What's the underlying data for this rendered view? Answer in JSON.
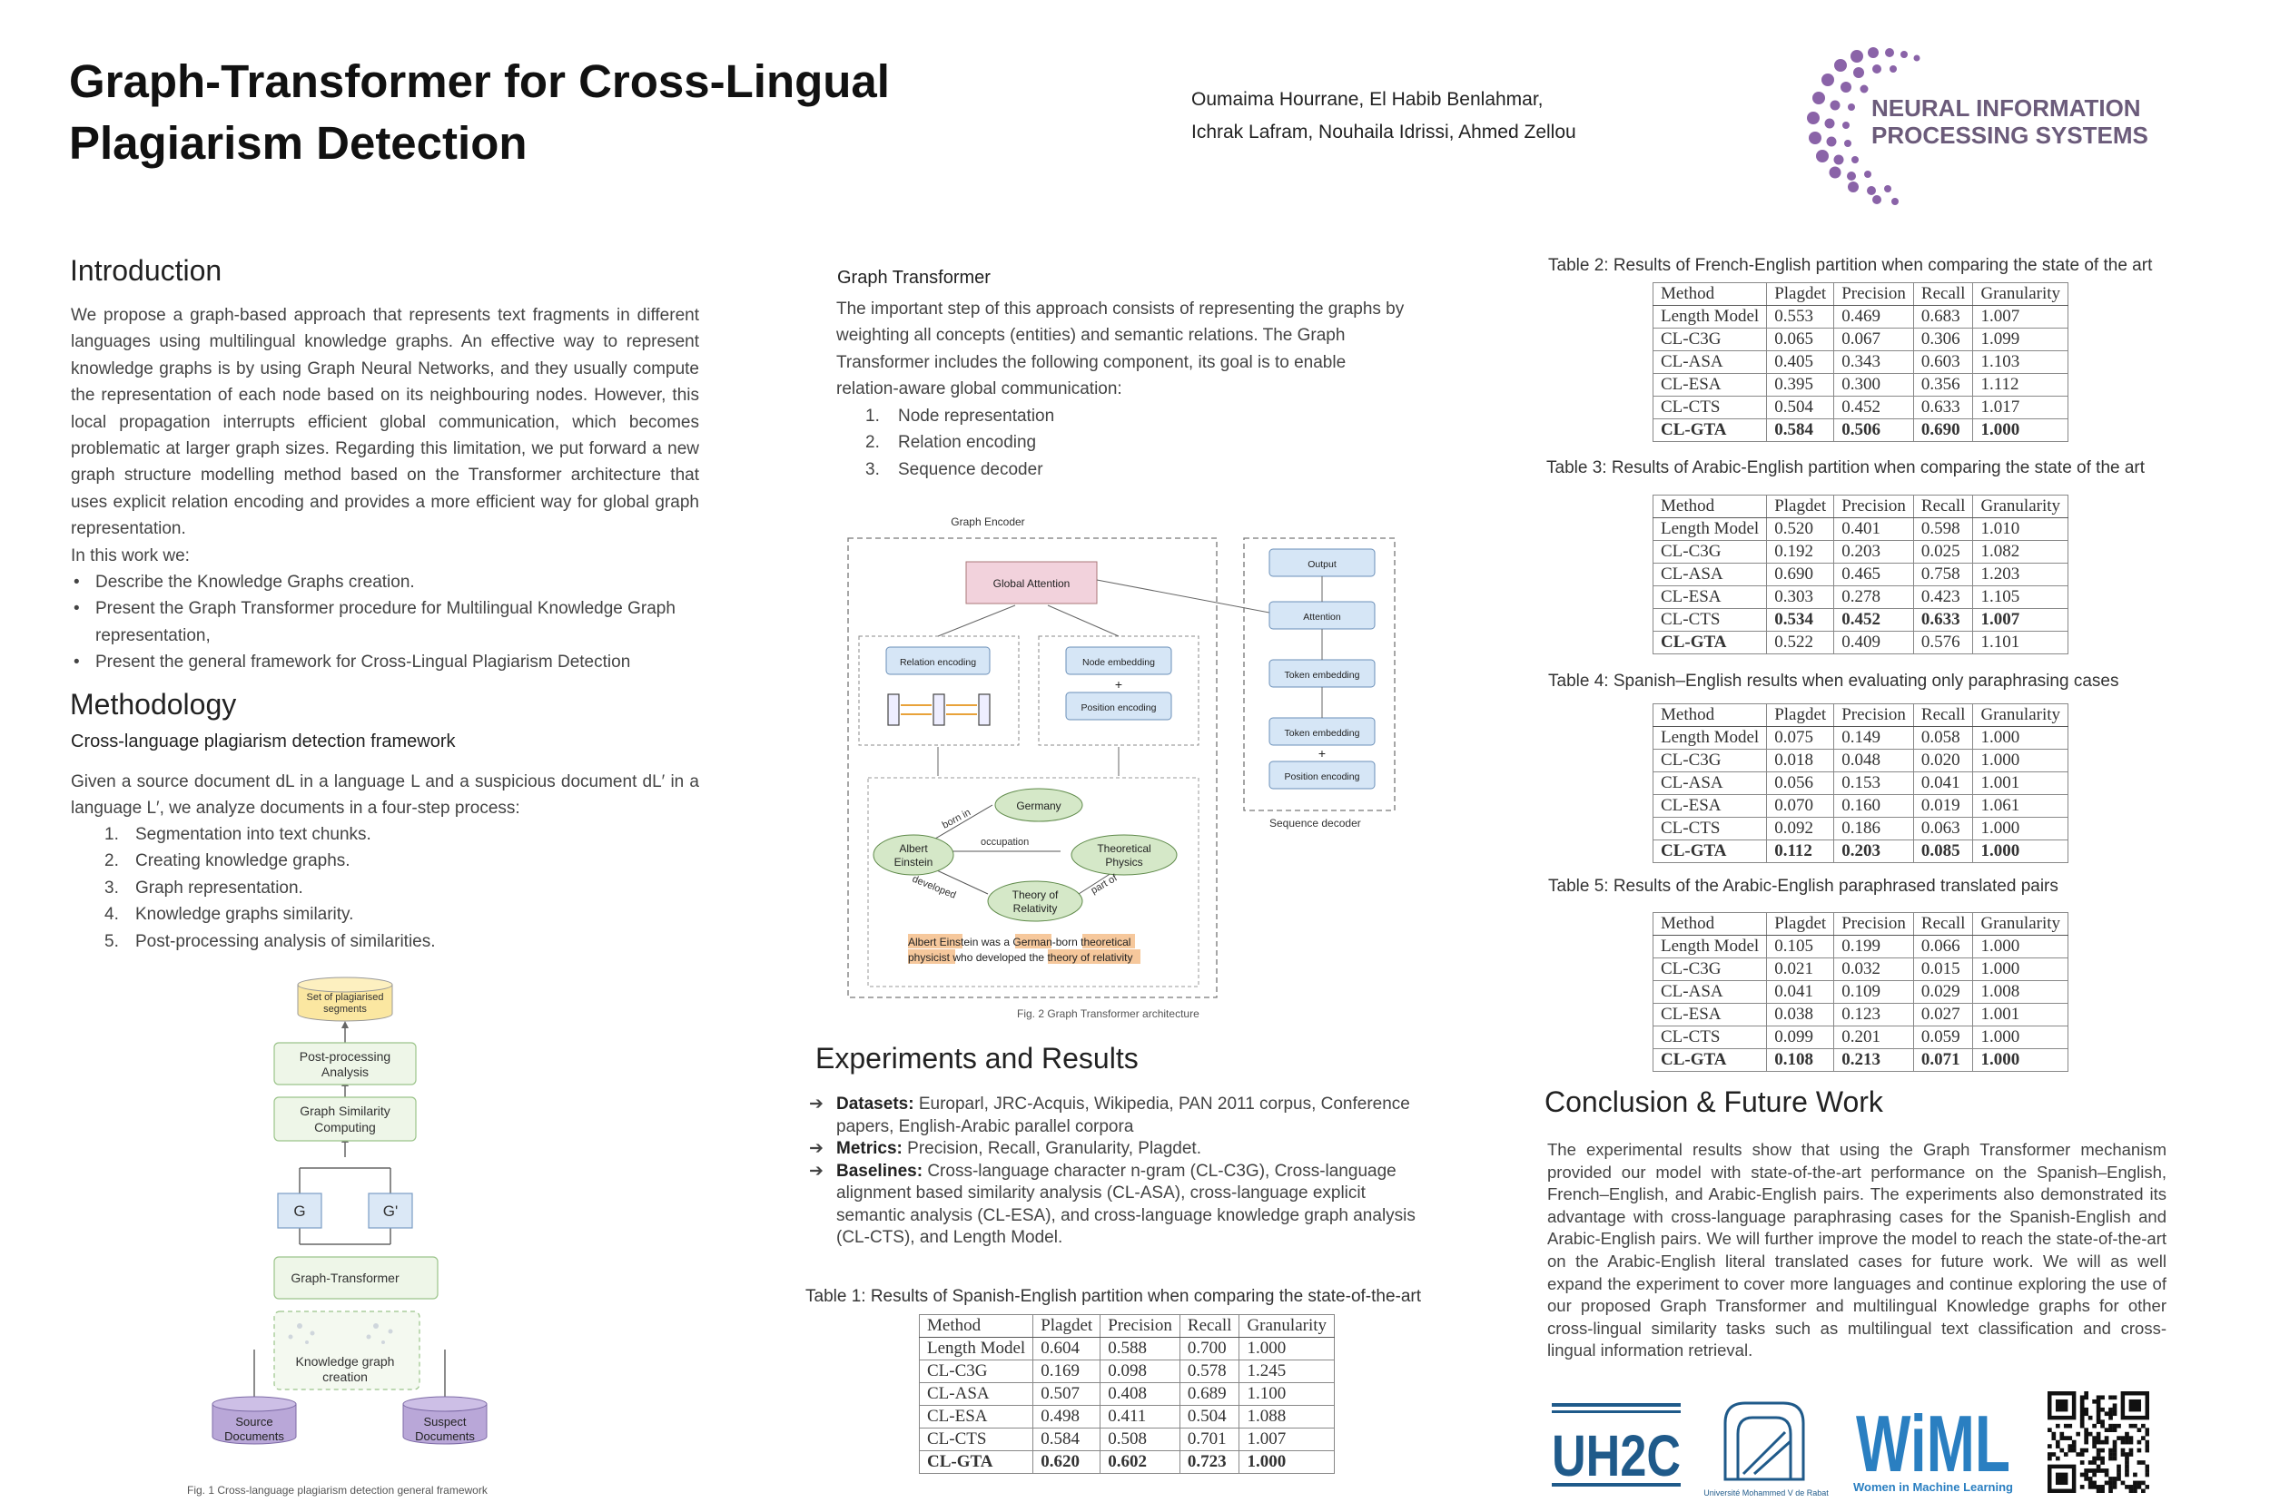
{
  "header": {
    "title_line1": "Graph-Transformer for Cross-Lingual",
    "title_line2": "Plagiarism Detection",
    "authors_line1": "Oumaima Hourrane, El Habib Benlahmar,",
    "authors_line2": "Ichrak Lafram, Nouhaila Idrissi, Ahmed Zellou",
    "logo_text_line1": "NEURAL INFORMATION",
    "logo_text_line2": "PROCESSING SYSTEMS"
  },
  "intro": {
    "heading": "Introduction",
    "body": "We propose a graph-based approach that represents text fragments in different languages using multilingual knowledge graphs. An effective way to represent knowledge graphs is by using Graph Neural Networks, and they usually compute the representation of each node based on its neighbouring nodes. However, this local propagation interrupts efficient global communication, which becomes problematic at larger graph sizes. Regarding this limitation, we put forward a new graph structure modelling method based on the Transformer architecture that uses explicit relation encoding and provides a more efficient way for global graph representation.",
    "lead": "In this work we:",
    "bullets": [
      "Describe the Knowledge Graphs creation.",
      "Present the Graph Transformer procedure for Multilingual Knowledge Graph representation,",
      "Present the general framework for Cross-Lingual Plagiarism Detection"
    ]
  },
  "methodology": {
    "heading": "Methodology",
    "subheading": "Cross-language plagiarism detection framework",
    "body": "Given a source document dL in a language L and a suspicious document dL′ in a language L′, we analyze documents in a four-step process:",
    "steps": [
      "Segmentation into text chunks.",
      "Creating knowledge graphs.",
      "Graph representation.",
      "Knowledge graphs similarity.",
      "Post-processing analysis of similarities."
    ]
  },
  "fig1": {
    "set_line1": "Set of plagiarised",
    "set_line2": "segments",
    "post_line1": "Post-processing",
    "post_line2": "Analysis",
    "sim_line1": "Graph Similarity",
    "sim_line2": "Computing",
    "g": "G",
    "g_prime": "G'",
    "gt": "Graph-Transformer",
    "kg_line1": "Knowledge graph",
    "kg_line2": "creation",
    "src_line1": "Source",
    "src_line2": "Documents",
    "sus_line1": "Suspect",
    "sus_line2": "Documents",
    "caption": "Fig. 1 Cross-language plagiarism detection general framework"
  },
  "graph_transformer": {
    "heading": "Graph Transformer",
    "body": "The important step of this approach consists of representing the graphs by weighting all concepts (entities) and semantic relations. The Graph Transformer includes the following component, its goal is to enable relation-aware global communication:",
    "items": [
      "Node representation",
      "Relation encoding",
      "Sequence decoder"
    ]
  },
  "fig2": {
    "encoder": "Graph Encoder",
    "global_attention": "Global Attention",
    "relation_encoding": "Relation encoding",
    "node_embedding": "Node embedding",
    "plus": "+",
    "position_encoding": "Position encoding",
    "output": "Output",
    "attention": "Attention",
    "token_embedding": "Token embedding",
    "decoder": "Sequence decoder",
    "germany": "Germany",
    "einstein_line1": "Albert",
    "einstein_line2": "Einstein",
    "physics_line1": "Theoretical",
    "physics_line2": "Physics",
    "relativity_line1": "Theory of",
    "relativity_line2": "Relativity",
    "born_in": "born in",
    "occupation": "occupation",
    "developed": "developed",
    "part_of": "part of",
    "sent_a": "Albert Einstein",
    "sent_b": " was a ",
    "sent_c": "German",
    "sent_d": "-born ",
    "sent_e": "theoretical",
    "sent_f": "physicist",
    "sent_g": " who developed the ",
    "sent_h": "theory of relativity",
    "caption": "Fig. 2 Graph Transformer architecture"
  },
  "experiments": {
    "heading": "Experiments and Results",
    "items": [
      {
        "label": "Datasets:",
        "text": "Europarl, JRC-Acquis, Wikipedia, PAN 2011 corpus, Conference papers, English-Arabic parallel corpora"
      },
      {
        "label": "Metrics:",
        "text": "Precision, Recall, Granularity, Plagdet."
      },
      {
        "label": "Baselines:",
        "text": "Cross-language character n-gram (CL-C3G), Cross-language alignment based similarity analysis (CL-ASA), cross-language explicit semantic analysis (CL-ESA), and cross-language knowledge graph analysis (CL-CTS), and Length Model."
      }
    ]
  },
  "tables": [
    {
      "caption": "Table 1: Results of Spanish-English partition when comparing the state-of-the-art",
      "header": [
        "Method",
        "Plagdet",
        "Precision",
        "Recall",
        "Granularity"
      ],
      "rows": [
        [
          "Length Model",
          "0.604",
          "0.588",
          "0.700",
          "1.000"
        ],
        [
          "CL-C3G",
          "0.169",
          "0.098",
          "0.578",
          "1.245"
        ],
        [
          "CL-ASA",
          "0.507",
          "0.408",
          "0.689",
          "1.100"
        ],
        [
          "CL-ESA",
          "0.498",
          "0.411",
          "0.504",
          "1.088"
        ],
        [
          "CL-CTS",
          "0.584",
          "0.508",
          "0.701",
          "1.007"
        ],
        [
          "CL-GTA",
          "0.620",
          "0.602",
          "0.723",
          "1.000"
        ]
      ]
    },
    {
      "caption": "Table 2: Results of French-English partition when comparing the state of the art",
      "header": [
        "Method",
        "Plagdet",
        "Precision",
        "Recall",
        "Granularity"
      ],
      "rows": [
        [
          "Length Model",
          "0.553",
          "0.469",
          "0.683",
          "1.007"
        ],
        [
          "CL-C3G",
          "0.065",
          "0.067",
          "0.306",
          "1.099"
        ],
        [
          "CL-ASA",
          "0.405",
          "0.343",
          "0.603",
          "1.103"
        ],
        [
          "CL-ESA",
          "0.395",
          "0.300",
          "0.356",
          "1.112"
        ],
        [
          "CL-CTS",
          "0.504",
          "0.452",
          "0.633",
          "1.017"
        ],
        [
          "CL-GTA",
          "0.584",
          "0.506",
          "0.690",
          "1.000"
        ]
      ]
    },
    {
      "caption": "Table 3: Results of Arabic-English partition when comparing the state of the art",
      "header": [
        "Method",
        "Plagdet",
        "Precision",
        "Recall",
        "Granularity"
      ],
      "rows": [
        [
          "Length Model",
          "0.520",
          "0.401",
          "0.598",
          "1.010"
        ],
        [
          "CL-C3G",
          "0.192",
          "0.203",
          "0.025",
          "1.082"
        ],
        [
          "CL-ASA",
          "0.690",
          "0.465",
          "0.758",
          "1.203"
        ],
        [
          "CL-ESA",
          "0.303",
          "0.278",
          "0.423",
          "1.105"
        ],
        [
          "CL-CTS",
          "0.534",
          "0.452",
          "0.633",
          "1.007"
        ],
        [
          "CL-GTA",
          "0.522",
          "0.409",
          "0.576",
          "1.101"
        ]
      ]
    },
    {
      "caption": "Table 4: Spanish–English results when evaluating only paraphrasing cases",
      "header": [
        "Method",
        "Plagdet",
        "Precision",
        "Recall",
        "Granularity"
      ],
      "rows": [
        [
          "Length Model",
          "0.075",
          "0.149",
          "0.058",
          "1.000"
        ],
        [
          "CL-C3G",
          "0.018",
          "0.048",
          "0.020",
          "1.000"
        ],
        [
          "CL-ASA",
          "0.056",
          "0.153",
          "0.041",
          "1.001"
        ],
        [
          "CL-ESA",
          "0.070",
          "0.160",
          "0.019",
          "1.061"
        ],
        [
          "CL-CTS",
          "0.092",
          "0.186",
          "0.063",
          "1.000"
        ],
        [
          "CL-GTA",
          "0.112",
          "0.203",
          "0.085",
          "1.000"
        ]
      ]
    },
    {
      "caption": "Table 5: Results of the Arabic-English paraphrased translated pairs",
      "header": [
        "Method",
        "Plagdet",
        "Precision",
        "Recall",
        "Granularity"
      ],
      "rows": [
        [
          "Length Model",
          "0.105",
          "0.199",
          "0.066",
          "1.000"
        ],
        [
          "CL-C3G",
          "0.021",
          "0.032",
          "0.015",
          "1.000"
        ],
        [
          "CL-ASA",
          "0.041",
          "0.109",
          "0.029",
          "1.008"
        ],
        [
          "CL-ESA",
          "0.038",
          "0.123",
          "0.027",
          "1.001"
        ],
        [
          "CL-CTS",
          "0.099",
          "0.201",
          "0.059",
          "1.000"
        ],
        [
          "CL-GTA",
          "0.108",
          "0.213",
          "0.071",
          "1.000"
        ]
      ]
    }
  ],
  "conclusion": {
    "heading": "Conclusion & Future Work",
    "body": "The experimental results show that using the Graph Transformer mechanism provided our model with state-of-the-art performance on the Spanish–English, French–English, and Arabic-English pairs. The experiments also demonstrated its advantage with cross-language paraphrasing cases for the Spanish-English and Arabic-English pairs. We will further improve the model to reach the state-of-the-art on the Arabic-English literal translated cases for future work. We will as well expand the experiment to cover more languages and continue exploring the use of our proposed Graph Transformer and multilingual Knowledge graphs for other cross-lingual similarity tasks such as multilingual text classification and cross-lingual information retrieval."
  },
  "logos": {
    "wiml_text": "WiML",
    "wiml_sub": "Women in Machine Learning",
    "uh2c_text": "UH2C",
    "um5_sub": "Université Mohammed V de Rabat"
  },
  "colors": {
    "neurips_purple": "#8a63a8",
    "wiml_blue": "#2a7fc1"
  }
}
